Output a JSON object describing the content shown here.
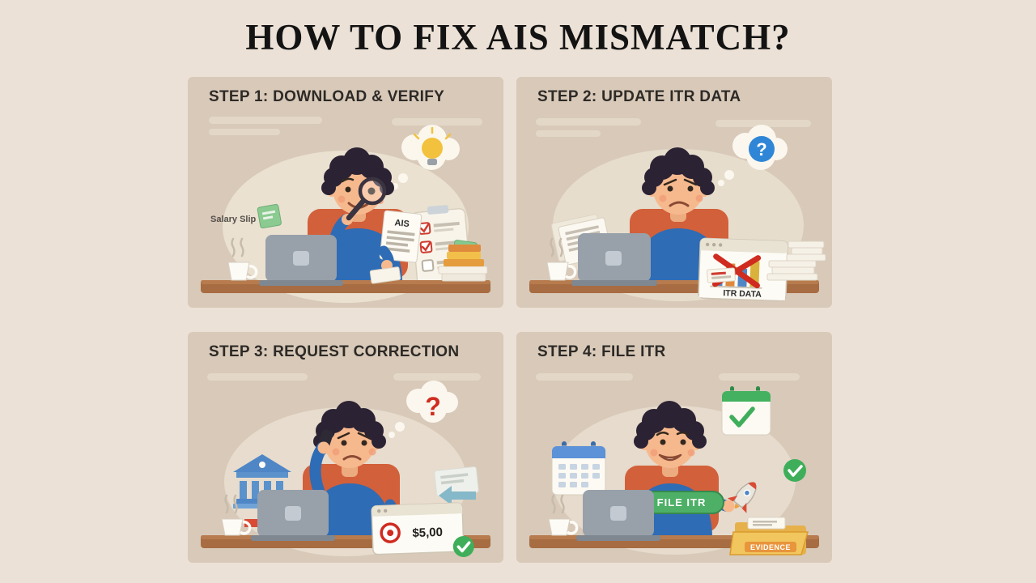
{
  "title": "HOW TO FIX AIS MISMATCH?",
  "steps": [
    {
      "heading": "STEP 1: DOWNLOAD & VERIFY",
      "salary_slip_label": "Salary Slip",
      "ais_doc_label": "AIS"
    },
    {
      "heading": "STEP 2: UPDATE ITR DATA",
      "itr_data_label": "ITR DATA",
      "question_mark": "?"
    },
    {
      "heading": "STEP 3: REQUEST CORRECTION",
      "question_mark": "?",
      "amount_label": "$5,00"
    },
    {
      "heading": "STEP 4: FILE ITR",
      "file_itr_button": "FILE ITR",
      "evidence_label": "EVIDENCE"
    }
  ],
  "colors": {
    "page_bg": "#ece1d6",
    "panel_bg": "#d8c9b9",
    "desk_brown": "#a86c42",
    "shirt_blue": "#2e6cb5",
    "chair_orange": "#d2603a",
    "accent_red": "#d02b1f",
    "accent_green": "#3fae5a",
    "accent_blue": "#2f86d6",
    "bulb_yellow": "#f2c23e"
  }
}
